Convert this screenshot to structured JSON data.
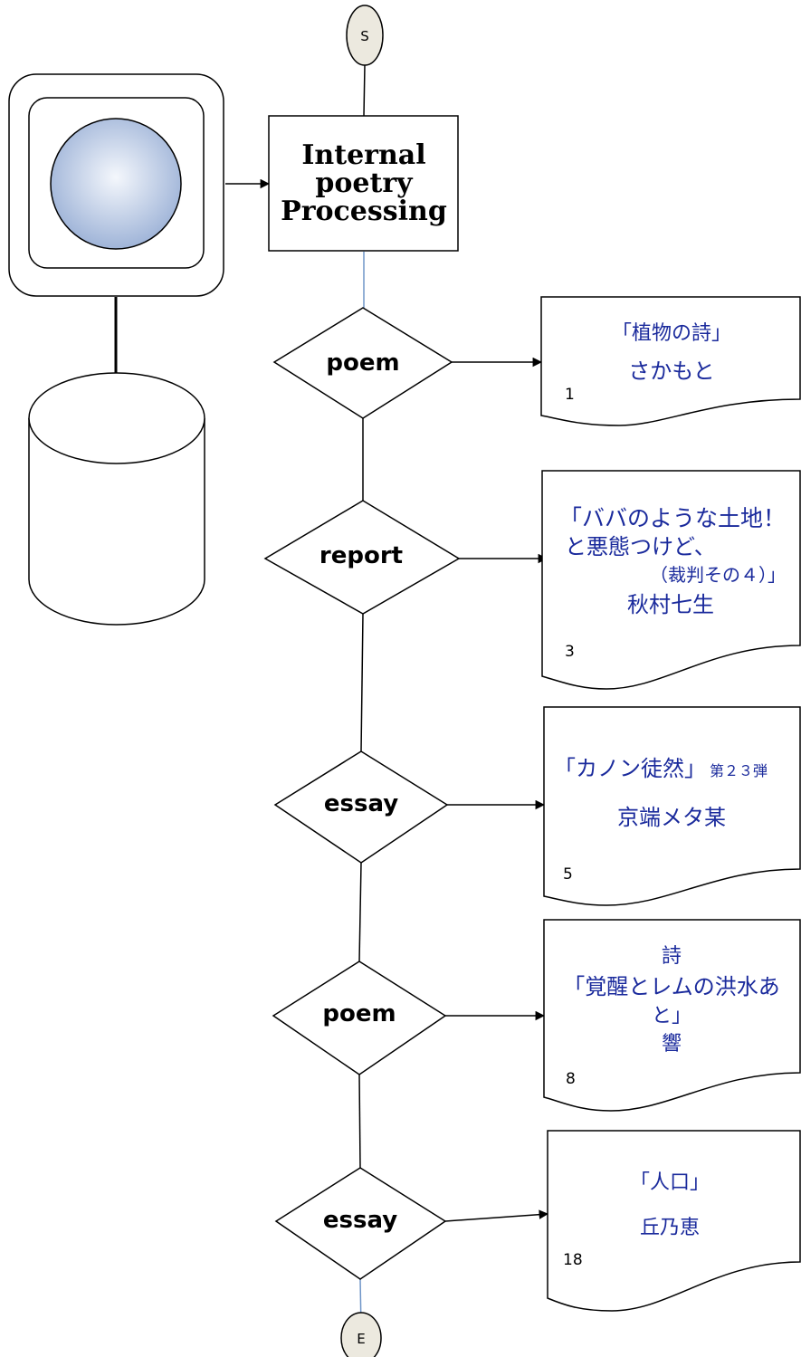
{
  "start_label": "S",
  "end_label": "E",
  "process": {
    "line1": "Internal",
    "line2": "poetry",
    "line3": "Processing"
  },
  "decisions": [
    {
      "label": "poem"
    },
    {
      "label": "report"
    },
    {
      "label": "essay"
    },
    {
      "label": "poem"
    },
    {
      "label": "essay"
    }
  ],
  "documents": [
    {
      "lines": [
        "「植物の詩」",
        "さかもと"
      ],
      "number": "1"
    },
    {
      "lines": [
        "「ババのような土地！",
        "と悪態つけど、",
        "（裁判その４）」",
        "秋村七生"
      ],
      "number": "3"
    },
    {
      "title": "「カノン徒然」",
      "title_suffix": "第２３弾",
      "author": "京端メタ某",
      "number": "5"
    },
    {
      "lines": [
        "詩",
        "「覚醒とレムの洪水あ",
        "と」",
        "響"
      ],
      "number": "8"
    },
    {
      "lines": [
        "「人口」",
        "丘乃恵"
      ],
      "number": "18"
    }
  ]
}
